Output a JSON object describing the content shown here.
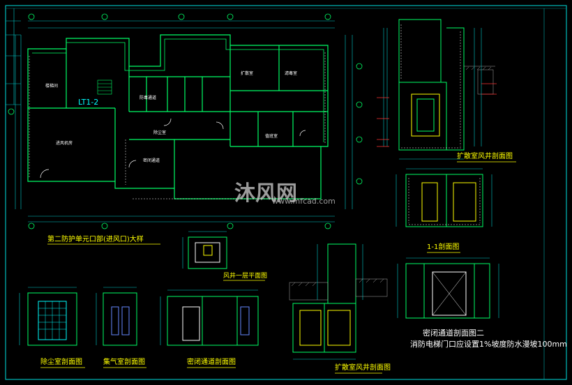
{
  "drawing": {
    "plan_title": "第二防护单元口部(进风口)大样",
    "plan_tag": "LT1-2",
    "room_labels": [
      "楼梯间",
      "防毒通道",
      "扩散室",
      "除尘室",
      "滤毒室",
      "进风机房",
      "密闭通道",
      "值班室"
    ],
    "shaft_plan_title": "风井一层平面图",
    "section_labels": {
      "dust_removal": "除尘室剖面图",
      "filter": "集气室剖面图",
      "airlock": "密闭通道剖面图",
      "expansion_bottom": "扩散室风井剖面图",
      "expansion_top": "扩散室风井剖面图",
      "section_1_1": "1-1剖面图",
      "airlock_2": "密闭通道剖面图二"
    },
    "note": "消防电梯门口应设置1%坡度防水漫坡100mm"
  },
  "watermark": {
    "brand": "沐风网",
    "url": "www.mfcad.com"
  },
  "colors": {
    "background": "#000000",
    "wall": "#00ff66",
    "dim": "#00ffff",
    "label": "#ffff00",
    "frame": "#00ffff"
  }
}
